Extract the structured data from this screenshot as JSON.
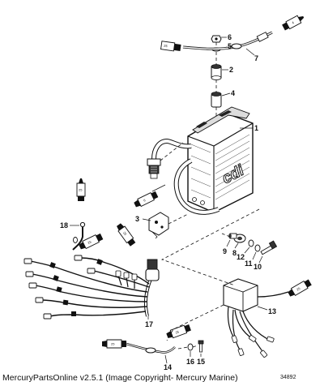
{
  "caption": "MercuryPartsOnline v2.5.1 (Image Copyright- Mercury Marine)",
  "drawing_number": "34892",
  "callouts": [
    "1",
    "2",
    "3",
    "4",
    "5",
    "6",
    "7",
    "8",
    "9",
    "10",
    "11",
    "12",
    "13",
    "14",
    "15",
    "16",
    "17",
    "18"
  ],
  "tag_labels": {
    "tag_a": "25",
    "tag_b": "4",
    "tag_c": "25",
    "tag_d": "6",
    "tag_e": "25",
    "tag_f": "25",
    "tag_g": "25",
    "tag_h": "25",
    "tag_i": "25"
  },
  "module_lettering": "cdi"
}
